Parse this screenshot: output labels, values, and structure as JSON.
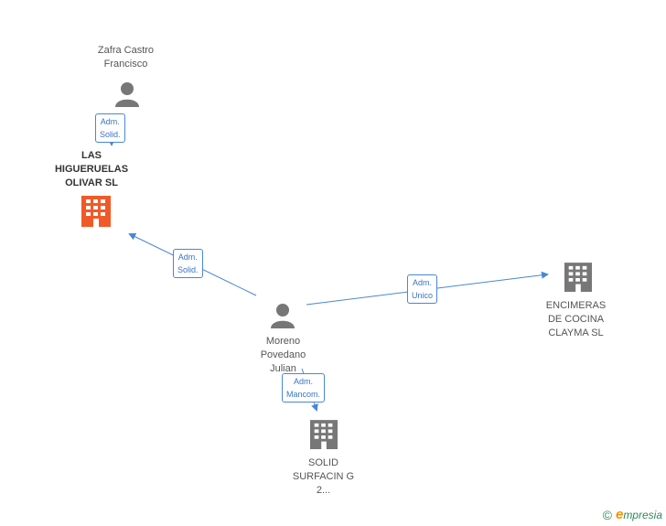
{
  "nodes": {
    "zafra": {
      "line1": "Zafra Castro",
      "line2": "Francisco"
    },
    "las_higueruelas": {
      "line1": "LAS",
      "line2": "HIGUERUELAS",
      "line3": "OLIVAR SL"
    },
    "moreno": {
      "line1": "Moreno",
      "line2": "Povedano",
      "line3": "Julian"
    },
    "encimeras": {
      "line1": "ENCIMERAS",
      "line2": "DE COCINA",
      "line3": "CLAYMA  SL"
    },
    "solid": {
      "line1": "SOLID",
      "line2": "SURFACIN G",
      "line3": "2..."
    }
  },
  "edges": {
    "zafra_las": {
      "line1": "Adm.",
      "line2": "Solid."
    },
    "moreno_las": {
      "line1": "Adm.",
      "line2": "Solid."
    },
    "moreno_encimeras": {
      "line1": "Adm.",
      "line2": "Unico"
    },
    "moreno_solid": {
      "line1": "Adm.",
      "line2": "Mancom."
    }
  },
  "colors": {
    "highlight_company": "#f05a28",
    "company": "#777777",
    "person": "#777777",
    "edge": "#4a86d4"
  },
  "footer": {
    "copyright": "©",
    "brand_initial": "e",
    "brand_rest": "mpresia"
  }
}
